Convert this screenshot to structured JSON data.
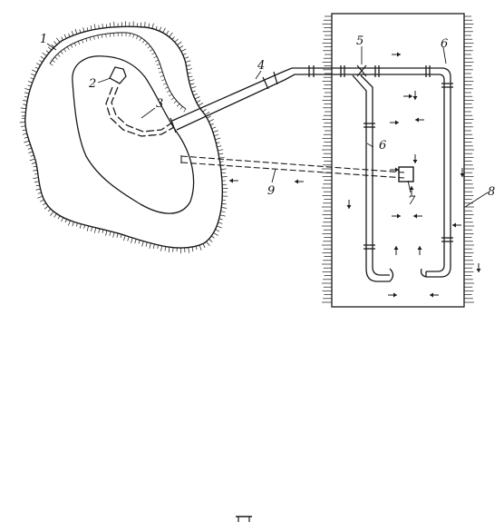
{
  "diagram": {
    "callouts": [
      {
        "id": "1",
        "text": "1"
      },
      {
        "id": "2",
        "text": "2"
      },
      {
        "id": "3",
        "text": "3"
      },
      {
        "id": "4",
        "text": "4"
      },
      {
        "id": "5",
        "text": "5"
      },
      {
        "id": "6a",
        "text": "6"
      },
      {
        "id": "6b",
        "text": "6"
      },
      {
        "id": "7",
        "text": "7"
      },
      {
        "id": "8",
        "text": "8"
      },
      {
        "id": "9",
        "text": "9"
      }
    ],
    "colors": {
      "ink": "#1a1a1a",
      "paper": "#ffffff"
    }
  }
}
